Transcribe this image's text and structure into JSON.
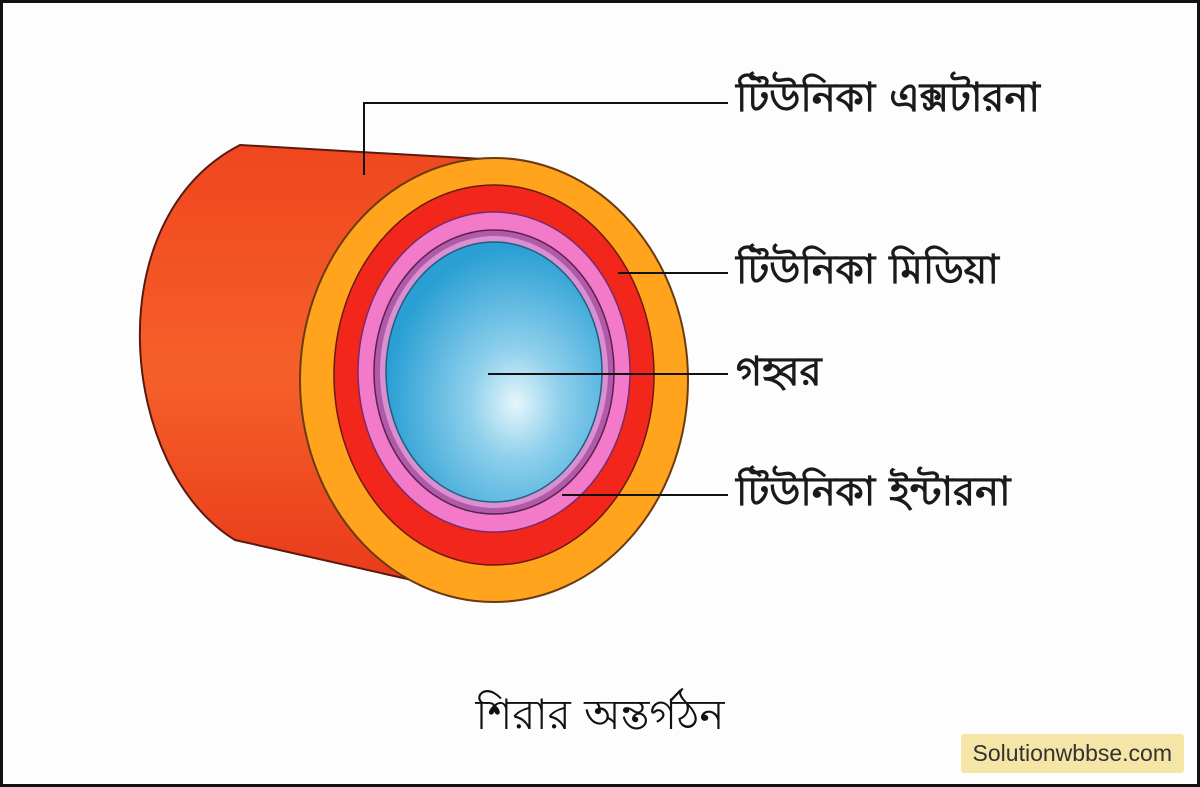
{
  "labels": {
    "tunica_externa": "টিউনিকা এক্সটারনা",
    "tunica_media": "টিউনিকা মিডিয়া",
    "lumen": "গহ্বর",
    "tunica_interna": "টিউনিকা ইন্টারনা"
  },
  "caption": "শিরার অন্তর্গঠন",
  "watermark": "Solutionwbbse.com",
  "colors": {
    "outer_wall": "#f03a1e",
    "externa_ring": "#ffa21c",
    "media_ring": "#f3241a",
    "interna_ring": "#f07ac8",
    "interna_inner": "#b05aa8",
    "lumen": "#2fa6d8",
    "watermark_bg": "#f5e6a8"
  }
}
